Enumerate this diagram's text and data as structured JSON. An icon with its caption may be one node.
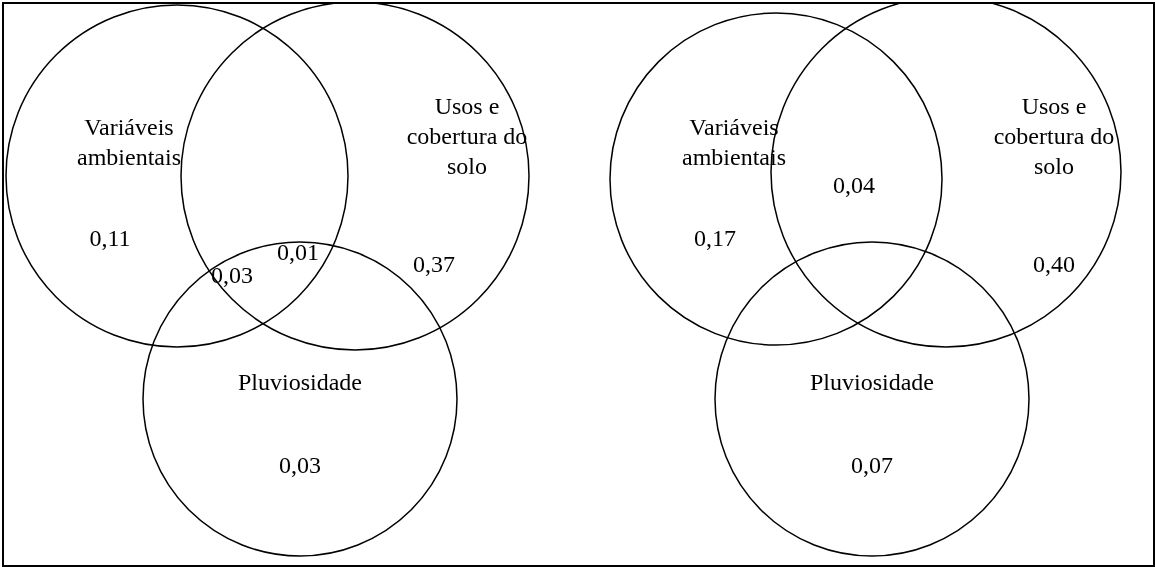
{
  "diagram": {
    "nodes": [
      {
        "text": [
          "Variáveis ambientais",
          "0,11"
        ]
      },
      {
        "text": [
          "Usos e cobertura do solo",
          "0,37"
        ]
      },
      {
        "text": [
          "Pluviosidade",
          "0,03"
        ]
      },
      {
        "text": [
          "Variáveis ambientais",
          "0,17"
        ]
      },
      {
        "text": [
          "Usos e cobertura do solo",
          "0,40"
        ]
      },
      {
        "text": [
          "Pluviosidade",
          "0,07"
        ]
      }
    ],
    "edges": [],
    "labels": [
      "0,01",
      "0,03",
      "0,04"
    ]
  }
}
